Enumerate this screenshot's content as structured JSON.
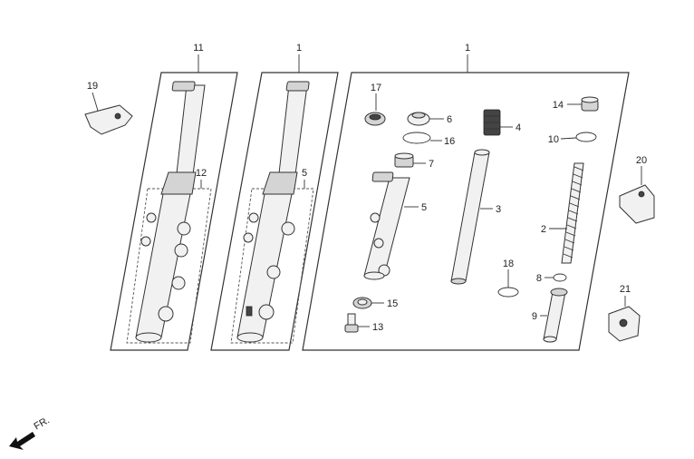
{
  "callouts": {
    "c11": "11",
    "c1a": "1",
    "c1b": "1",
    "c19": "19",
    "c12": "12",
    "c5a": "5",
    "c17": "17",
    "c6": "6",
    "c16": "16",
    "c7": "7",
    "c5b": "5",
    "c4": "4",
    "c3": "3",
    "c14": "14",
    "c10": "10",
    "c2": "2",
    "c20": "20",
    "c18": "18",
    "c8": "8",
    "c9": "9",
    "c15": "15",
    "c13": "13",
    "c21": "21"
  },
  "direction": {
    "label": "FR."
  },
  "colors": {
    "line": "#333333",
    "fill": "#f1f1f1",
    "dark": "#444444"
  }
}
